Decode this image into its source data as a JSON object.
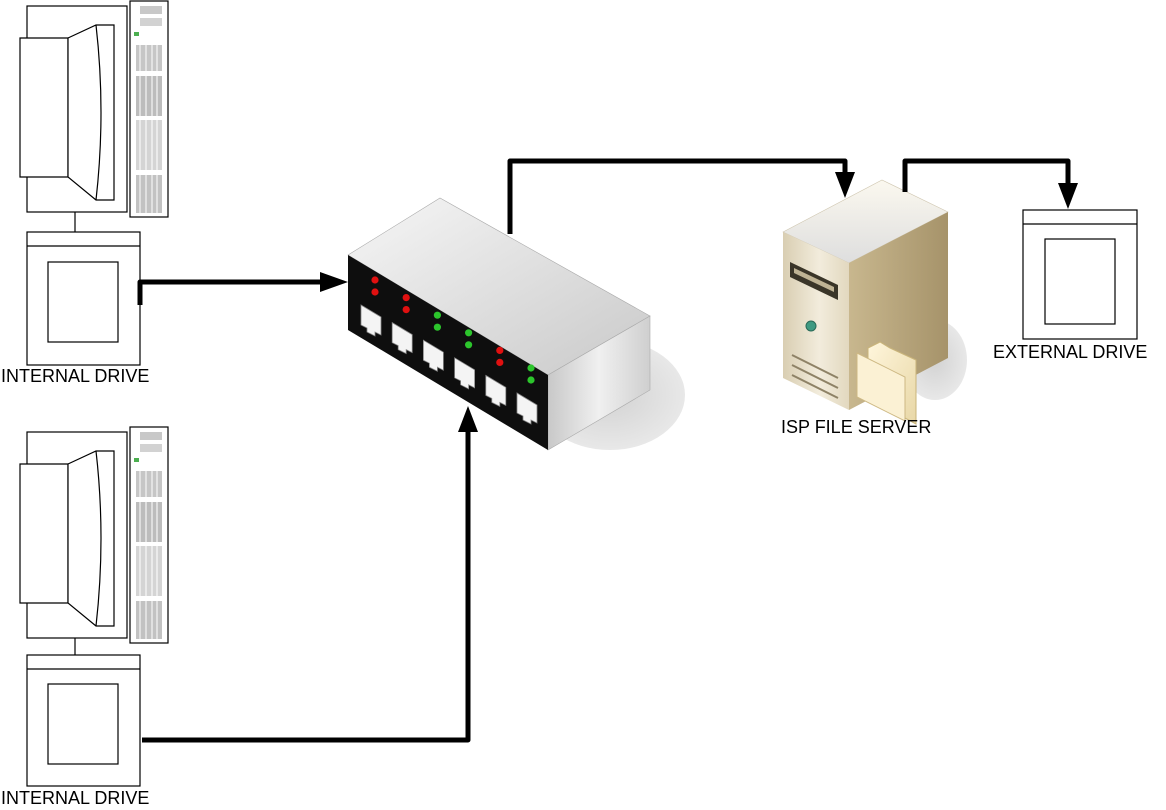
{
  "diagram": {
    "labels": {
      "internal_drive_top": "INTERNAL DRIVE",
      "internal_drive_bottom": "INTERNAL DRIVE",
      "isp_file_server": "ISP FILE SERVER",
      "external_drive": "EXTERNAL DRIVE"
    },
    "nodes": [
      {
        "id": "workstation-top",
        "icon": "computer-icon"
      },
      {
        "id": "internal-drive-top",
        "icon": "hard-drive-icon"
      },
      {
        "id": "workstation-bottom",
        "icon": "computer-icon"
      },
      {
        "id": "internal-drive-bottom",
        "icon": "hard-drive-icon"
      },
      {
        "id": "network-switch",
        "icon": "network-switch-icon",
        "ports": 6
      },
      {
        "id": "isp-file-server",
        "icon": "server-tower-icon"
      },
      {
        "id": "external-drive",
        "icon": "hard-drive-icon"
      }
    ],
    "edges": [
      {
        "from": "internal-drive-top",
        "to": "network-switch"
      },
      {
        "from": "internal-drive-bottom",
        "to": "network-switch"
      },
      {
        "from": "network-switch",
        "to": "isp-file-server"
      },
      {
        "from": "isp-file-server",
        "to": "external-drive"
      }
    ],
    "switch_leds": [
      [
        "red",
        "red"
      ],
      [
        "red",
        "red"
      ],
      [
        "green",
        "green"
      ],
      [
        "green",
        "green"
      ],
      [
        "red",
        "red"
      ],
      [
        "green",
        "green"
      ]
    ],
    "colors": {
      "led_red": "#e01010",
      "led_green": "#2cc52c",
      "connector": "#000000",
      "server_body": "#e6dcc4"
    }
  }
}
